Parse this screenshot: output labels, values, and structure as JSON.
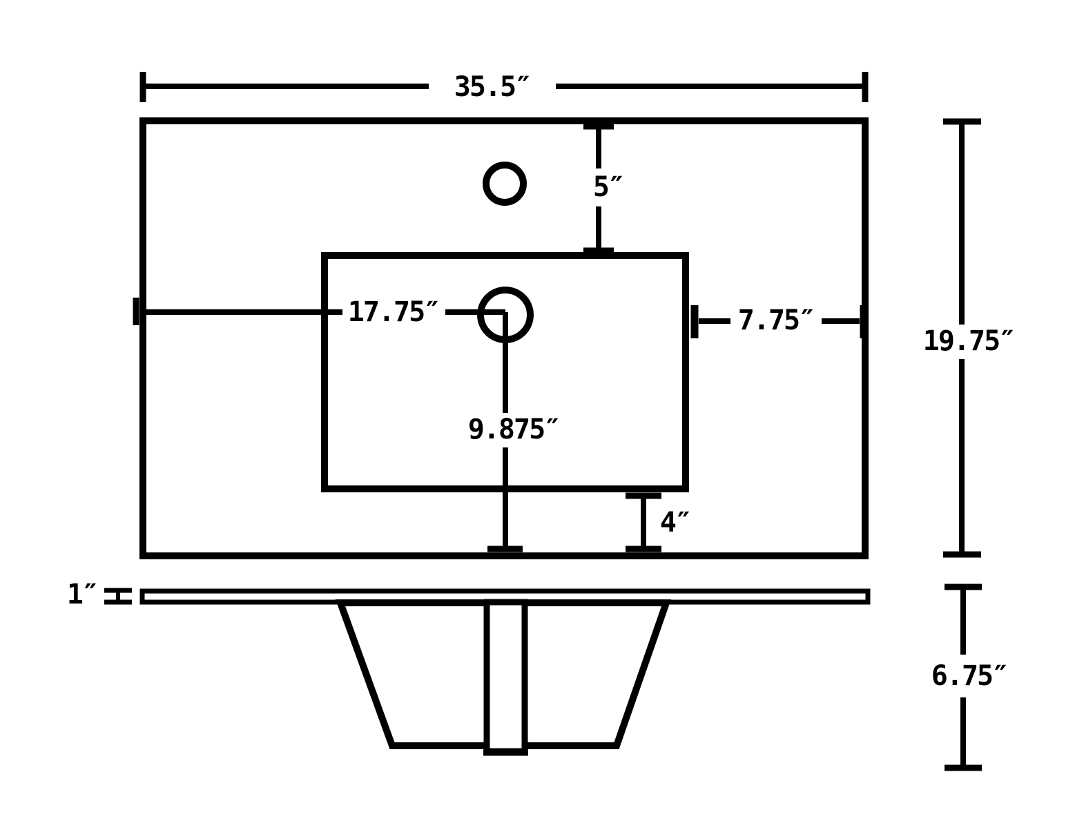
{
  "drawing": {
    "kind": "technical dimensional drawing",
    "unit": "inches",
    "line_color": "#000000",
    "background_color": "#ffffff",
    "views": {
      "top_view": {
        "name": "top-view",
        "features": [
          "countertop outline",
          "faucet hole",
          "basin cutout",
          "drain hole"
        ]
      },
      "front_view": {
        "name": "front-view",
        "features": [
          "countertop slab",
          "basin bowl trapezoid",
          "drain pipe"
        ]
      }
    },
    "labels": {
      "overall_width": "35.5″",
      "faucet_to_basin": "5″",
      "drain_from_left": "17.75″",
      "basin_to_right_edge": "7.75″",
      "overall_depth": "19.75″",
      "drain_offset_down": "9.875″",
      "basin_to_bottom_edge": "4″",
      "top_thickness": "1″",
      "bowl_depth": "6.75″"
    },
    "values_in": {
      "overall_width": 35.5,
      "faucet_to_basin": 5,
      "drain_from_left": 17.75,
      "basin_to_right_edge": 7.75,
      "overall_depth": 19.75,
      "drain_offset_down": 9.875,
      "basin_to_bottom_edge": 4,
      "top_thickness": 1,
      "bowl_depth": 6.75
    }
  }
}
